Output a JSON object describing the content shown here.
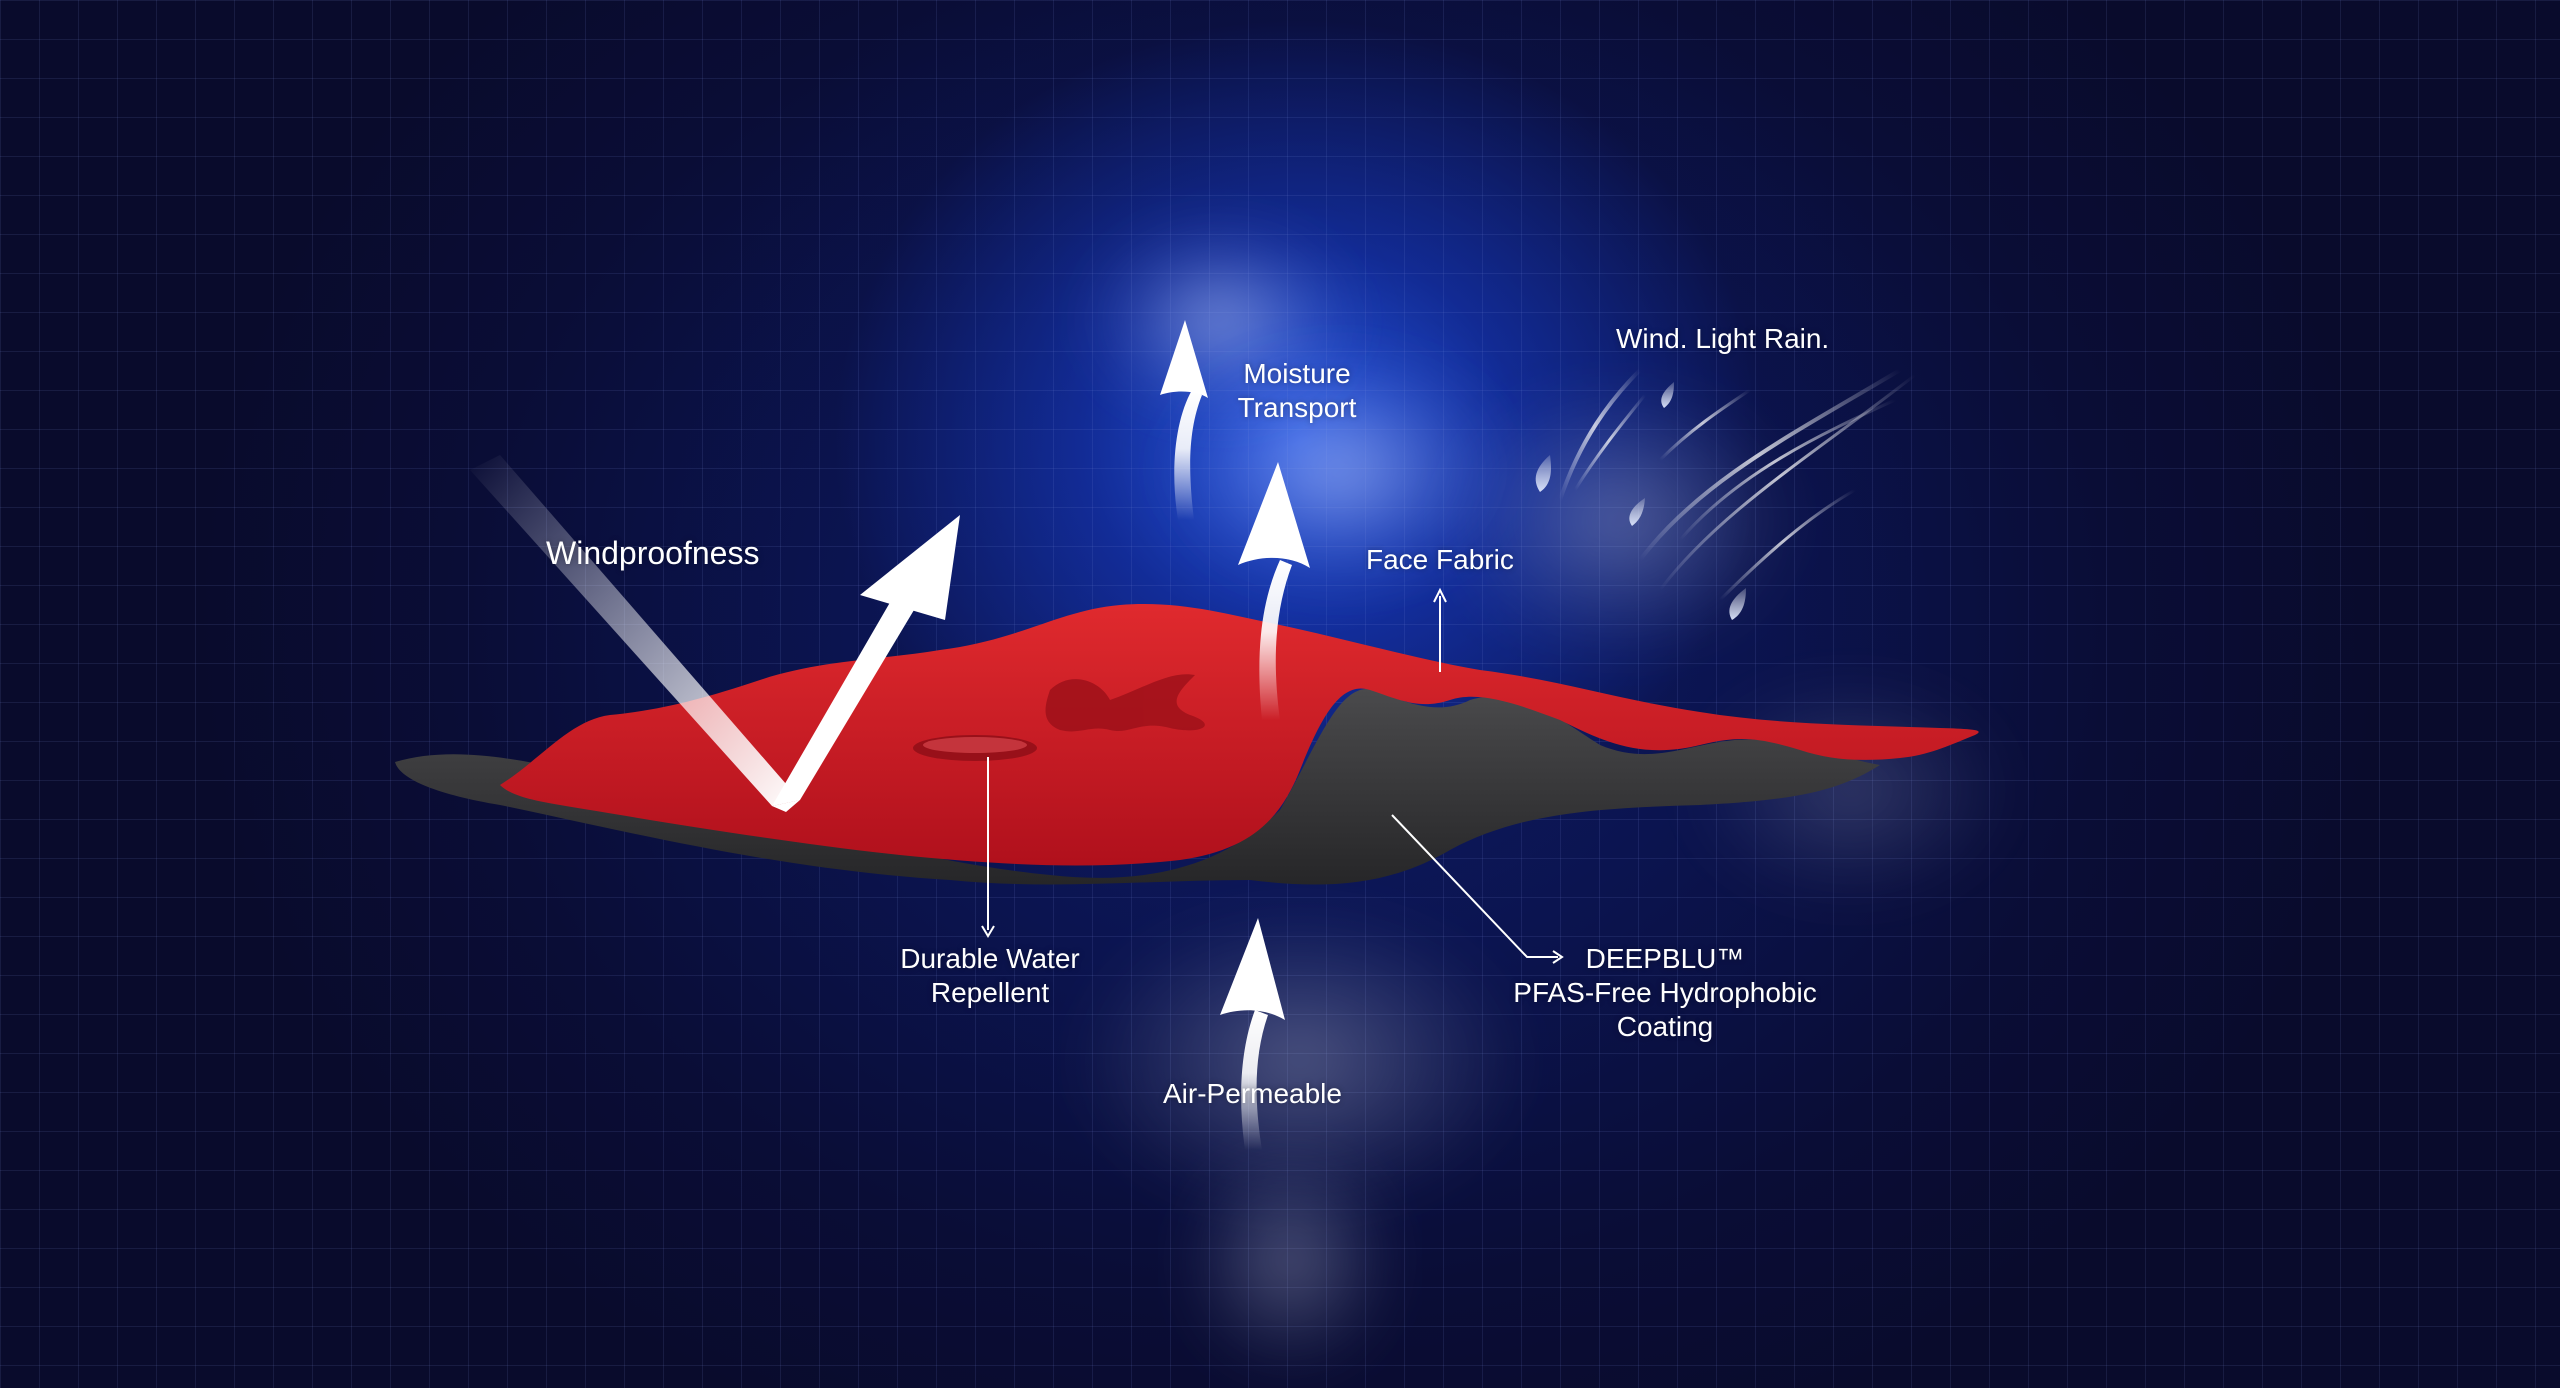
{
  "labels": {
    "windproofness": "Windproofness",
    "moisture_line1": "Moisture",
    "moisture_line2": "Transport",
    "wind_rain": "Wind. Light Rain.",
    "face_fabric": "Face Fabric",
    "dwr_line1": "Durable Water",
    "dwr_line2": "Repellent",
    "deepblu_line1": "DEEPBLU™",
    "deepblu_line2": "PFAS-Free Hydrophobic",
    "deepblu_line3": "Coating",
    "air_permeable": "Air-Permeable"
  },
  "colors": {
    "background": "#0b0e33",
    "glow": "#2a5ae6",
    "face_fabric_red": "#c8161f",
    "coating_gray": "#3a3a3c",
    "text": "#ffffff"
  },
  "icons": [
    "windproof-arrow-icon",
    "moisture-arrow-icon",
    "air-arrow-icon",
    "raindrop-icon",
    "wind-streak-icon"
  ]
}
